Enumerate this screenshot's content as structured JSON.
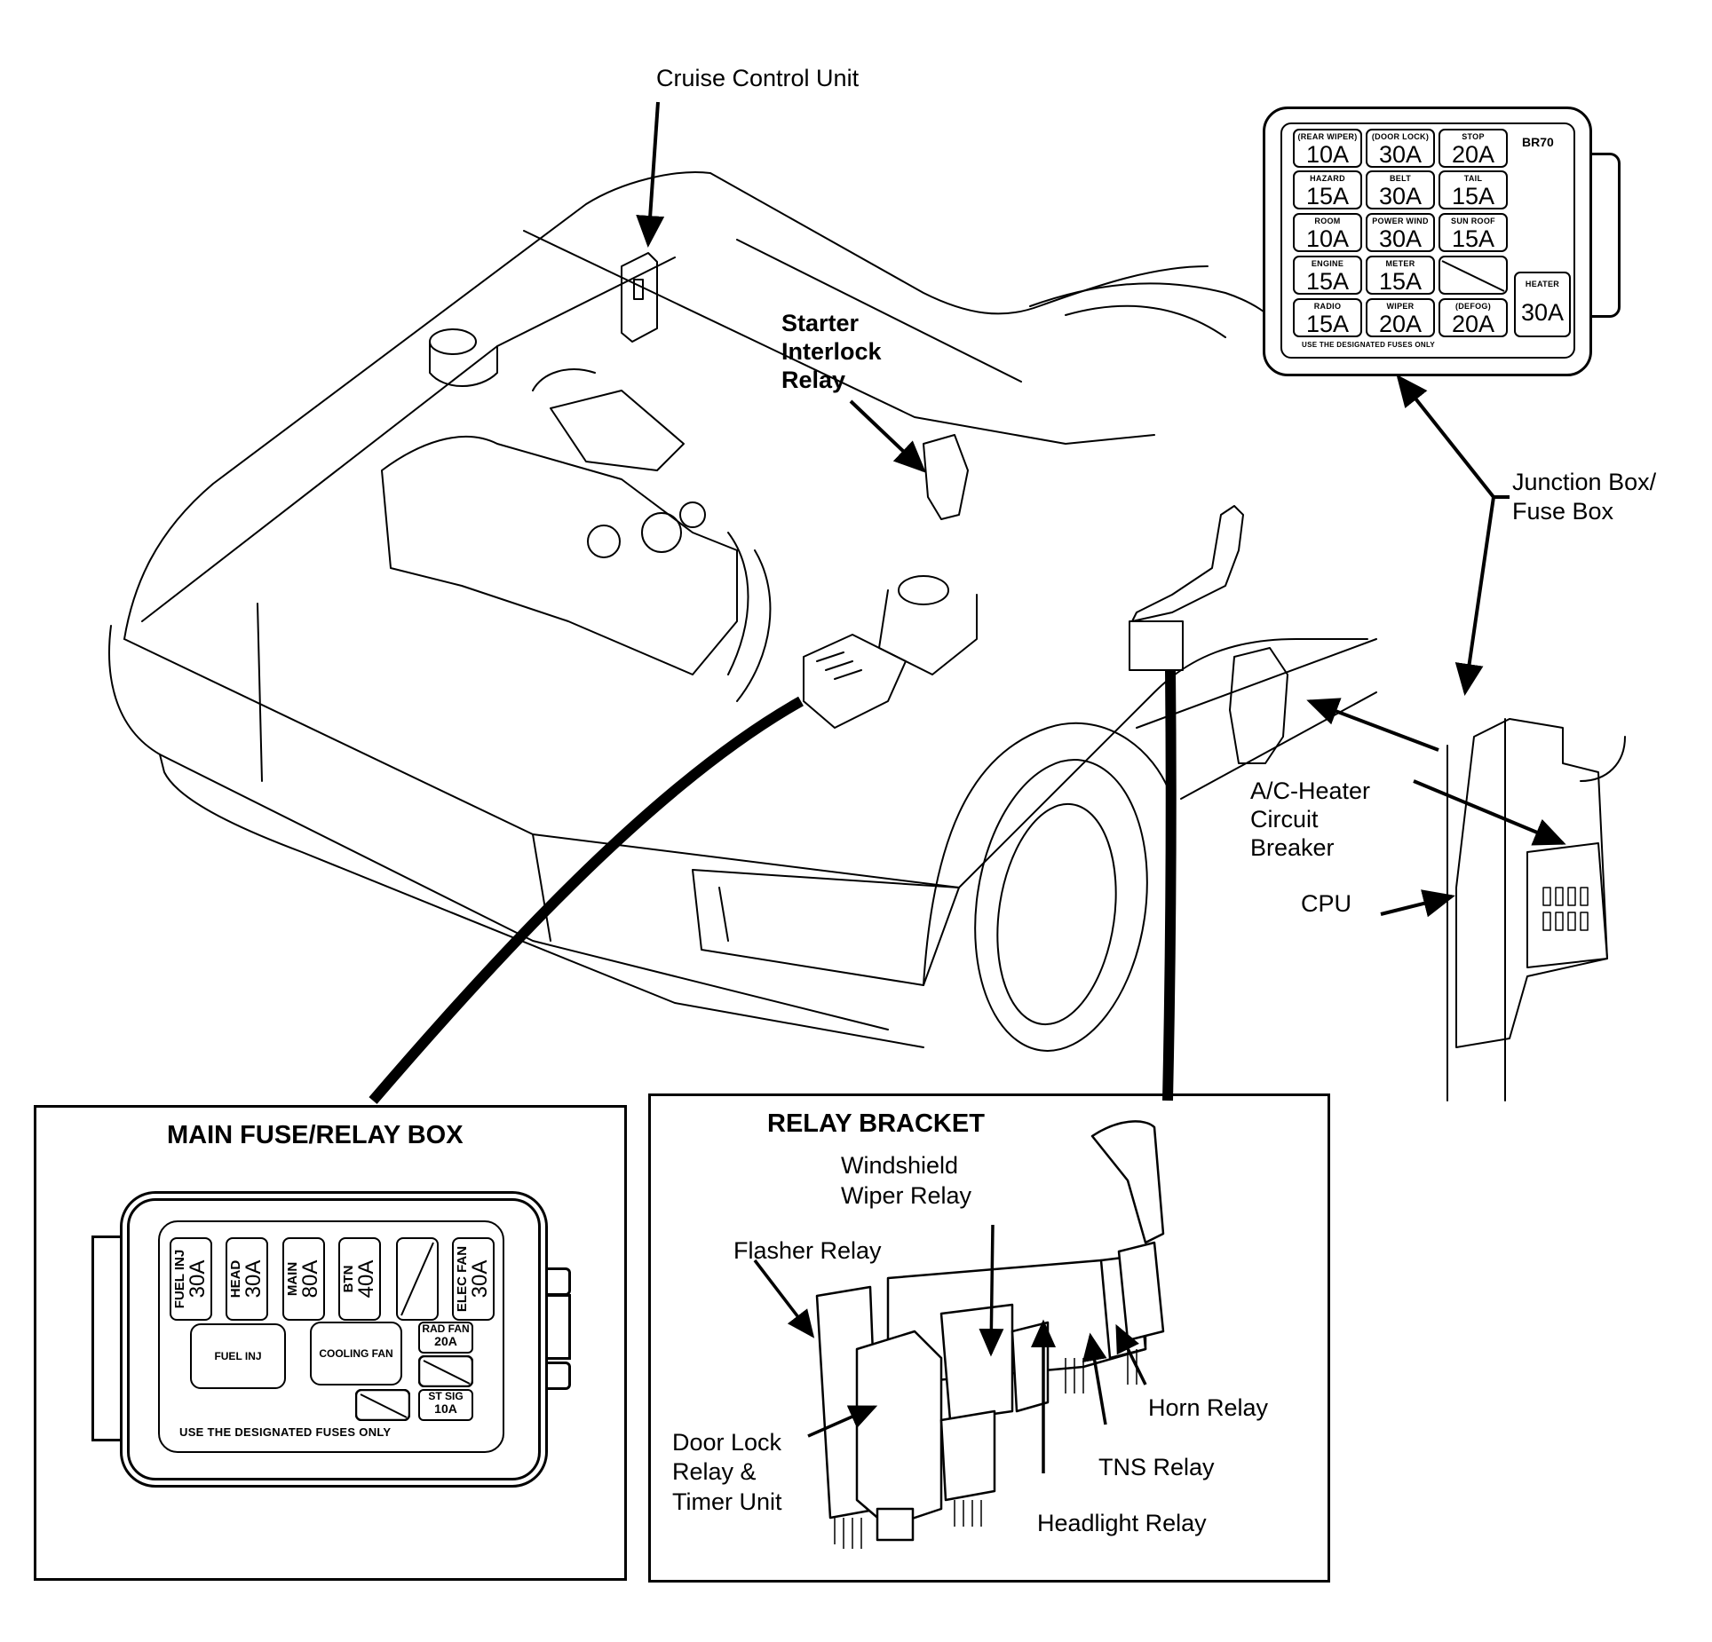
{
  "diagram": {
    "callouts": {
      "cruise_control": "Cruise Control Unit",
      "starter_interlock": [
        "Starter",
        "Interlock",
        "Relay"
      ],
      "junction_box": [
        "Junction Box/",
        "Fuse Box"
      ],
      "ac_heater": [
        "A/C-Heater",
        "Circuit",
        "Breaker"
      ],
      "cpu": "CPU"
    },
    "junction_box": {
      "code": "BR70",
      "note": "USE THE DESIGNATED FUSES ONLY",
      "fuses": [
        {
          "name": "(REAR WIPER)",
          "rating": "10A"
        },
        {
          "name": "(DOOR LOCK)",
          "rating": "30A"
        },
        {
          "name": "STOP",
          "rating": "20A"
        },
        {
          "name": "HAZARD",
          "rating": "15A"
        },
        {
          "name": "BELT",
          "rating": "30A"
        },
        {
          "name": "TAIL",
          "rating": "15A"
        },
        {
          "name": "ROOM",
          "rating": "10A"
        },
        {
          "name": "POWER WIND",
          "rating": "30A"
        },
        {
          "name": "SUN ROOF",
          "rating": "15A"
        },
        {
          "name": "ENGINE",
          "rating": "15A"
        },
        {
          "name": "METER",
          "rating": "15A"
        },
        {
          "name": "",
          "rating": ""
        },
        {
          "name": "RADIO",
          "rating": "15A"
        },
        {
          "name": "WIPER",
          "rating": "20A"
        },
        {
          "name": "(DEFOG)",
          "rating": "20A"
        },
        {
          "name": "HEATER",
          "rating": "30A"
        }
      ]
    },
    "main_box": {
      "title": "MAIN FUSE/RELAY BOX",
      "note": "USE THE DESIGNATED FUSES ONLY",
      "top_fuses": [
        {
          "name": "FUEL INJ",
          "rating": "30A"
        },
        {
          "name": "HEAD",
          "rating": "30A"
        },
        {
          "name": "MAIN",
          "rating": "80A"
        },
        {
          "name": "BTN",
          "rating": "40A"
        },
        {
          "name": "",
          "rating": ""
        },
        {
          "name": "ELEC FAN",
          "rating": "30A"
        }
      ],
      "relays": [
        "FUEL INJ",
        "COOLING FAN"
      ],
      "small_fuses": [
        {
          "name": "RAD FAN",
          "rating": "20A"
        },
        {
          "name": "ST SIG",
          "rating": "10A"
        }
      ]
    },
    "relay_bracket": {
      "title": "RELAY BRACKET",
      "labels": {
        "wiper": [
          "Windshield",
          "Wiper Relay"
        ],
        "flasher": "Flasher Relay",
        "door_lock": [
          "Door Lock",
          "Relay &",
          "Timer Unit"
        ],
        "horn": "Horn Relay",
        "tns": "TNS Relay",
        "headlight": "Headlight Relay"
      }
    }
  }
}
